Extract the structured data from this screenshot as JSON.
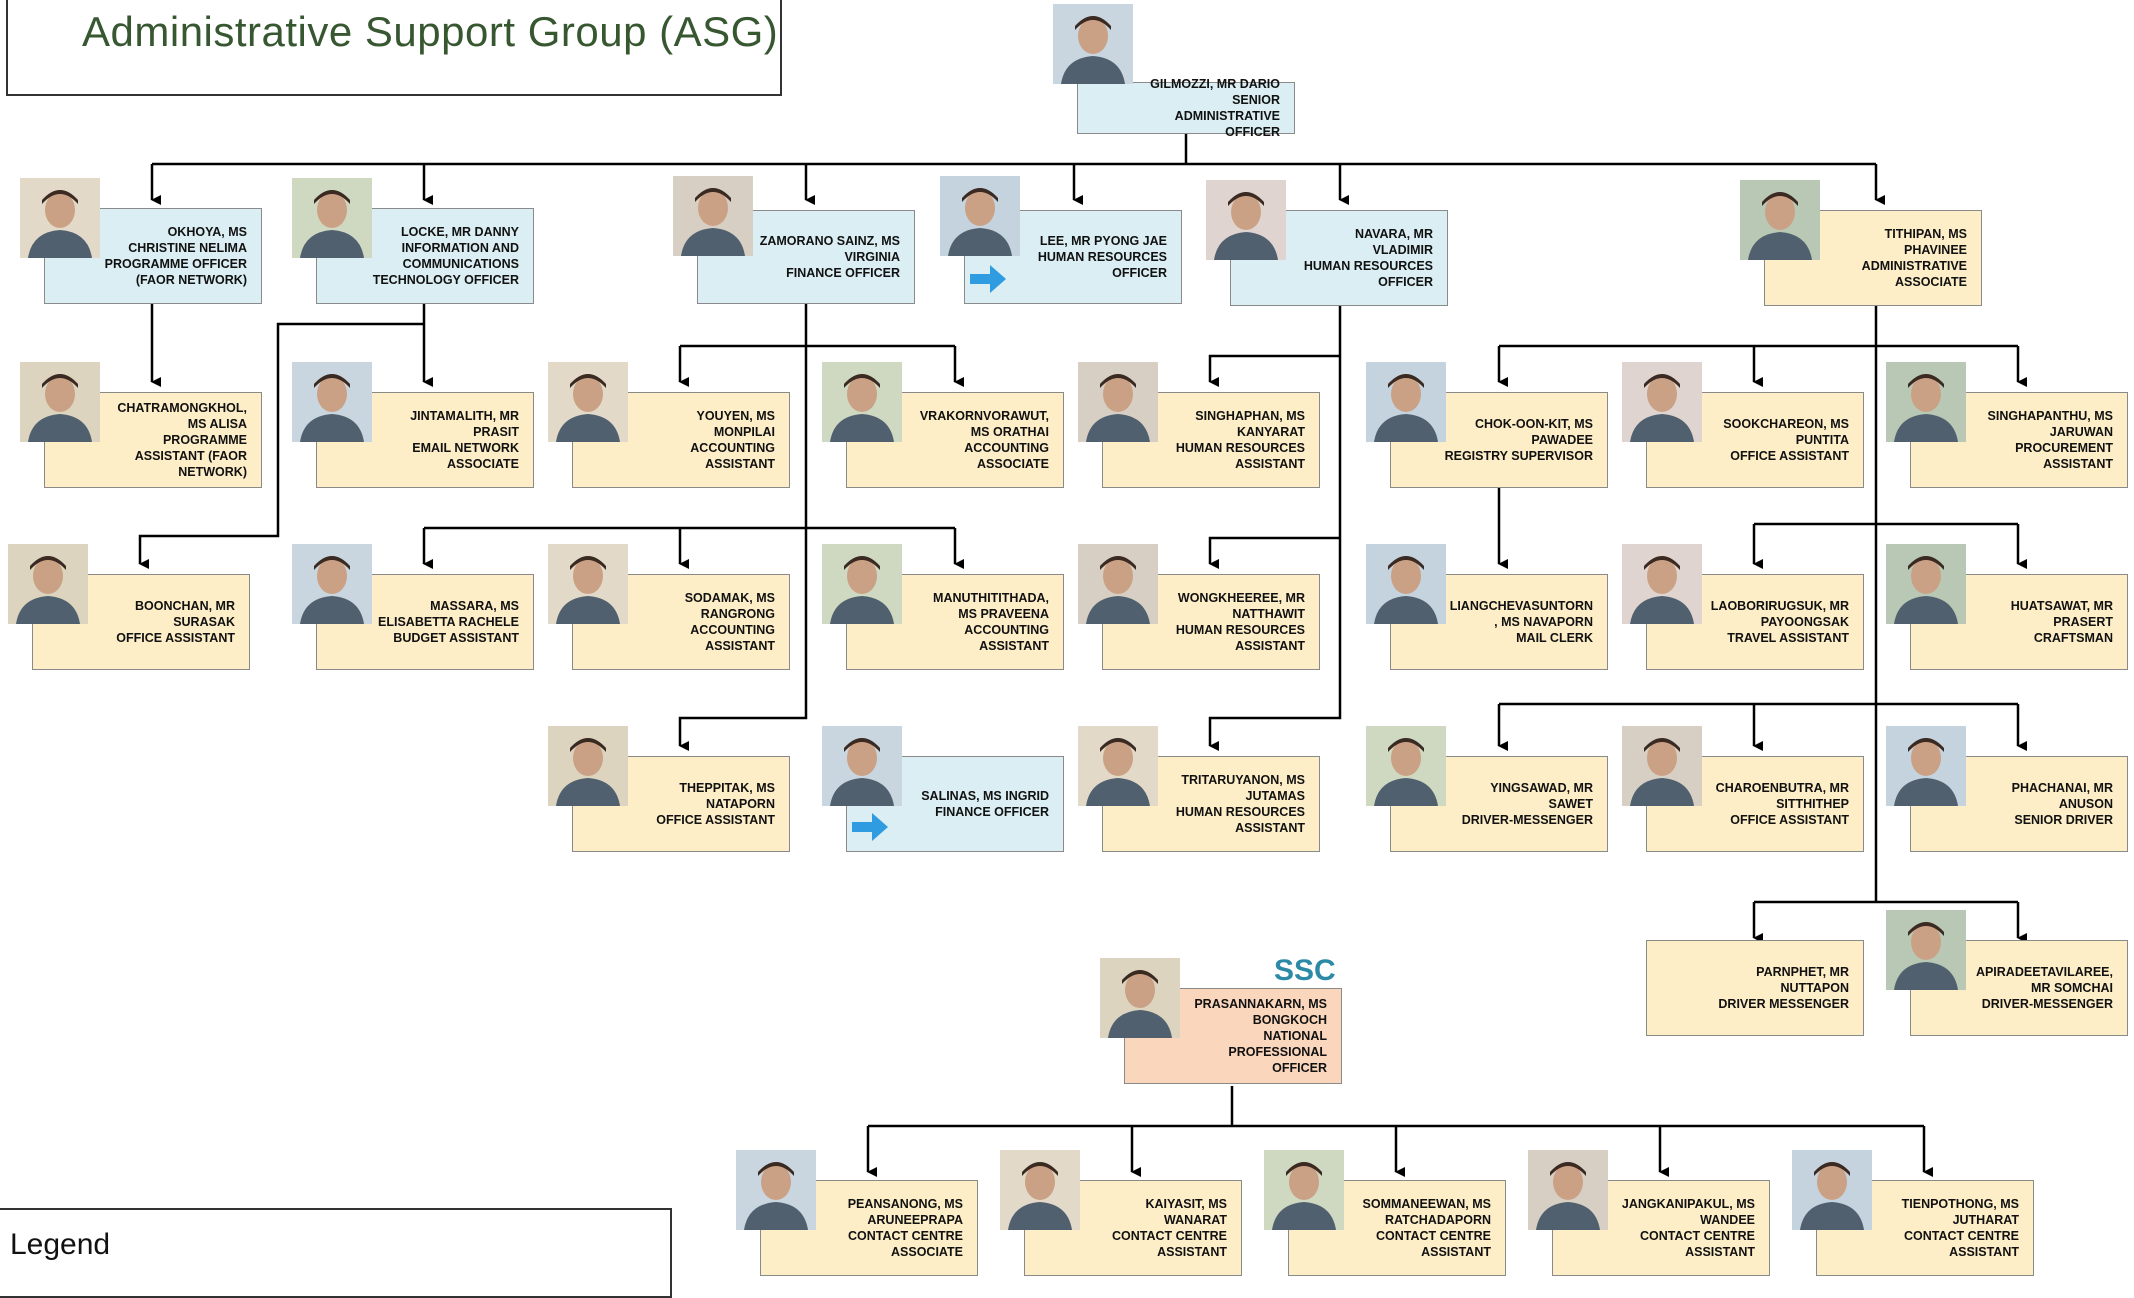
{
  "title": "Administrative Support Group (ASG)",
  "legend_label": "Legend",
  "ssc_label": "SSC",
  "colors": {
    "blue": "#daeef3",
    "tan": "#fdeec8",
    "salmon": "#fad6bd",
    "accent": "#2d8aa7",
    "arrow": "#2f9be0"
  },
  "people": {
    "head": [
      "GILMOZZI, MR DARIO",
      "SENIOR",
      "ADMINISTRATIVE",
      "OFFICER"
    ],
    "okhoya": [
      "OKHOYA, MS",
      "CHRISTINE NELIMA",
      "PROGRAMME OFFICER",
      "(FAOR Network)"
    ],
    "locke": [
      "LOCKE, MR DANNY",
      "INFORMATION AND",
      "COMMUNICATIONS",
      "TECHNOLOGY OFFICER"
    ],
    "zamorano": [
      "ZAMORANO SAINZ, MS",
      "VIRGINIA",
      "FINANCE OFFICER"
    ],
    "lee": [
      "LEE, MR PYONG JAE",
      "HUMAN RESOURCES",
      "OFFICER"
    ],
    "navara": [
      "NAVARA, MR",
      "VLADIMIR",
      "HUMAN RESOURCES",
      "OFFICER"
    ],
    "tithipan": [
      "TITHIPAN, MS",
      "PHAVINEE",
      "ADMINISTRATIVE",
      "ASSOCIATE"
    ],
    "chatramongkhol": [
      "CHATRAMONGKHOL,",
      "MS ALISA",
      "PROGRAMME",
      "ASSISTANT (FAOR",
      "NETWORK)"
    ],
    "jintamalith": [
      "JINTAMALITH, MR",
      "PRASIT",
      "EMAIL NETWORK",
      "ASSOCIATE"
    ],
    "youyen": [
      "YOUYEN, MS",
      "MONPILAI",
      "ACCOUNTING",
      "ASSISTANT"
    ],
    "vrakornvorawut": [
      "VRAKORNVORAWUT,",
      "MS ORATHAI",
      "ACCOUNTING",
      "ASSOCIATE"
    ],
    "singhaphan": [
      "SINGHAPHAN, MS",
      "KANYARAT",
      "HUMAN RESOURCES",
      "ASSISTANT"
    ],
    "chokoonkit": [
      "CHOK-OON-KIT, MS",
      "PAWADEE",
      "REGISTRY SUPERVISOR"
    ],
    "sookchareon": [
      "SOOKCHAREON, MS",
      "PUNTITA",
      "OFFICE ASSISTANT"
    ],
    "singhapanthu": [
      "SINGHAPANTHU, MS",
      "JARUWAN",
      "PROCUREMENT",
      "ASSISTANT"
    ],
    "boonchan": [
      "BOONCHAN, MR",
      "SURASAK",
      "OFFICE ASSISTANT"
    ],
    "massara": [
      "MASSARA, MS",
      "ELISABETTA RACHELE",
      "BUDGET ASSISTANT"
    ],
    "sodamak": [
      "SODAMAK, MS",
      "RANGRONG",
      "ACCOUNTING",
      "ASSISTANT"
    ],
    "manuthitithada": [
      "MANUTHITITHADA,",
      "MS PRAVEENA",
      "ACCOUNTING",
      "ASSISTANT"
    ],
    "wongkheeree": [
      "WONGKHEEREE, MR",
      "NATTHAWIT",
      "HUMAN RESOURCES",
      "ASSISTANT"
    ],
    "liangchevasuntorn": [
      "LIANGCHEVASUNTORN",
      ", MS NAVAPORN",
      "MAIL CLERK"
    ],
    "laoborirugsuk": [
      "LAOBORIRUGSUK, MR",
      "PAYOONGSAK",
      "TRAVEL ASSISTANT"
    ],
    "huatsawat": [
      "HUATSAWAT, MR",
      "PRASERT",
      "CRAFTSMAN"
    ],
    "theppitak": [
      "THEPPITAK, MS",
      "NATAPORN",
      "OFFICE ASSISTANT"
    ],
    "salinas": [
      "SALINAS, MS INGRID",
      "FINANCE OFFICER"
    ],
    "tritaruyanon": [
      "TRITARUYANON, MS",
      "JUTAMAS",
      "HUMAN RESOURCES",
      "ASSISTANT"
    ],
    "yingsawad": [
      "YINGSAWAD, MR",
      "SAWET",
      "DRIVER-MESSENGER"
    ],
    "charoenbutra": [
      "CHAROENBUTRA, MR",
      "SITTHITHEP",
      "OFFICE ASSISTANT"
    ],
    "phachanai": [
      "PHACHANAI, MR",
      "ANUSON",
      "SENIOR DRIVER"
    ],
    "parnphet": [
      "PARNPHET, MR",
      "NUTTAPON",
      "DRIVER MESSENGER"
    ],
    "apiradeetavilaree": [
      "APIRADEETAVILAREE,",
      "MR SOMCHAI",
      "DRIVER-MESSENGER"
    ],
    "prasannakarn": [
      "PRASANNAKARN, MS",
      "BONGKOCH",
      "NATIONAL",
      "PROFESSIONAL",
      "OFFICER"
    ],
    "peansanong": [
      "PEANSANONG, MS",
      "ARUNEEPRAPA",
      "CONTACT CENTRE",
      "ASSOCIATE"
    ],
    "kaiyasit": [
      "KAIYASIT, MS",
      "WANARAT",
      "CONTACT CENTRE",
      "ASSISTANT"
    ],
    "sommaneewan": [
      "SOMMANEEWAN, MS",
      "RATCHADAPORN",
      "CONTACT CENTRE",
      "ASSISTANT"
    ],
    "jangkanipakul": [
      "JANGKANIPAKUL, MS",
      "WANDEE",
      "CONTACT CENTRE",
      "ASSISTANT"
    ],
    "tienpothong": [
      "TIENPOTHONG, MS",
      "JUTHARAT",
      "CONTACT CENTRE",
      "ASSISTANT"
    ]
  }
}
